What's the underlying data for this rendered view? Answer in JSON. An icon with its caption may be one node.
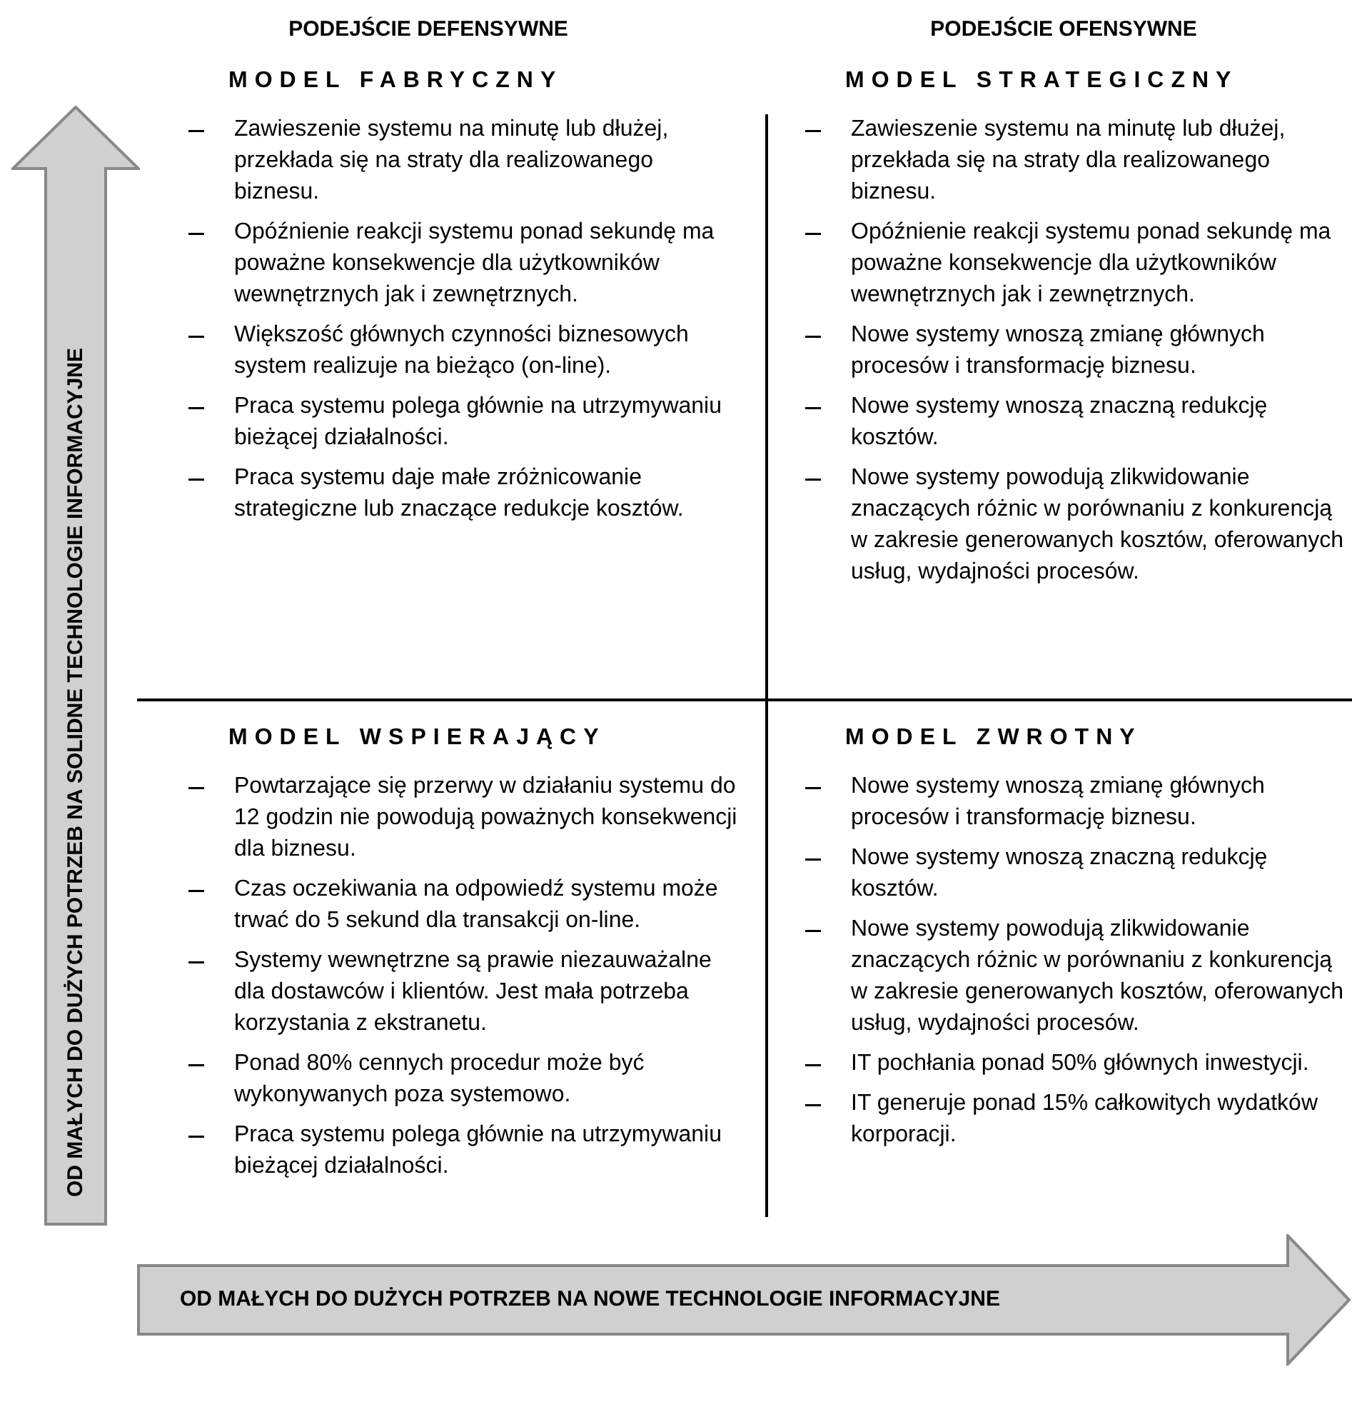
{
  "diagram": {
    "nodes": [
      {
        "text": [
          "MODEL FABRYCZNY",
          "Zawieszenie systemu na minutę lub dłużej, przekłada się na straty dla realizowanego biznesu.",
          "Opóźnienie reakcji systemu ponad sekundę ma poważne konsekwencje dla użytkowników wewnętrznych jak i zewnętrznych.",
          "Większość głównych czynności biznesowych system realizuje na bieżąco (on-line).",
          "Praca systemu polega głównie na utrzymywaniu bieżącej działalności.",
          "Praca systemu daje małe zróżnicowanie strategiczne lub znaczące redukcje kosztów."
        ]
      },
      {
        "text": [
          "MODEL STRATEGICZNY",
          "Zawieszenie systemu na minutę lub dłużej, przekłada się na straty dla realizowanego biznesu.",
          "Opóźnienie reakcji systemu ponad sekundę ma poważne konsekwencje dla użytkowników wewnętrznych jak i zewnętrznych.",
          "Nowe systemy wnoszą zmianę głównych procesów i transformację biznesu.",
          "Nowe systemy wnoszą znaczną redukcję kosztów.",
          "Nowe systemy powodują zlikwidowanie znaczących różnic w porównaniu z konkurencją w zakresie generowanych kosztów, oferowanych usług, wydajności procesów."
        ]
      },
      {
        "text": [
          "MODEL WSPIERAJĄCY",
          "Powtarzające się przerwy w działaniu systemu do 12 godzin nie powodują poważnych konsekwencji dla biznesu.",
          "Czas oczekiwania na odpowiedź systemu może trwać do 5 sekund dla transakcji on-line.",
          "Systemy wewnętrzne są prawie niezauważalne dla dostawców i klientów. Jest mała potrzeba korzystania z ekstranetu.",
          "Ponad 80% cennych procedur może być wykonywanych poza systemowo.",
          "Praca systemu polega głównie na utrzymywaniu bieżącej działalności."
        ]
      },
      {
        "text": [
          "MODEL ZWROTNY",
          "Nowe systemy wnoszą zmianę głównych procesów i transformację biznesu.",
          "Nowe systemy wnoszą znaczną redukcję kosztów.",
          "Nowe systemy powodują zlikwidowanie znaczących różnic w porównaniu z konkurencją w zakresie generowanych kosztów, oferowanych usług, wydajności procesów.",
          "IT pochłania ponad 50% głównych inwestycji.",
          "IT generuje ponad 15% całkowitych wydatków korporacji."
        ]
      },
      {
        "text": [
          "OD MAŁYCH DO DUŻYCH POTRZEB NA SOLIDNE TECHNOLOGIE INFORMACYJNE"
        ]
      },
      {
        "text": [
          "OD MAŁYCH DO DUŻYCH POTRZEB NA NOWE TECHNOLOGIE INFORMACYJNE"
        ]
      }
    ],
    "edges": [],
    "labels": [
      "PODEJŚCIE DEFENSYWNE",
      "PODEJŚCIE OFENSYWNE"
    ]
  }
}
